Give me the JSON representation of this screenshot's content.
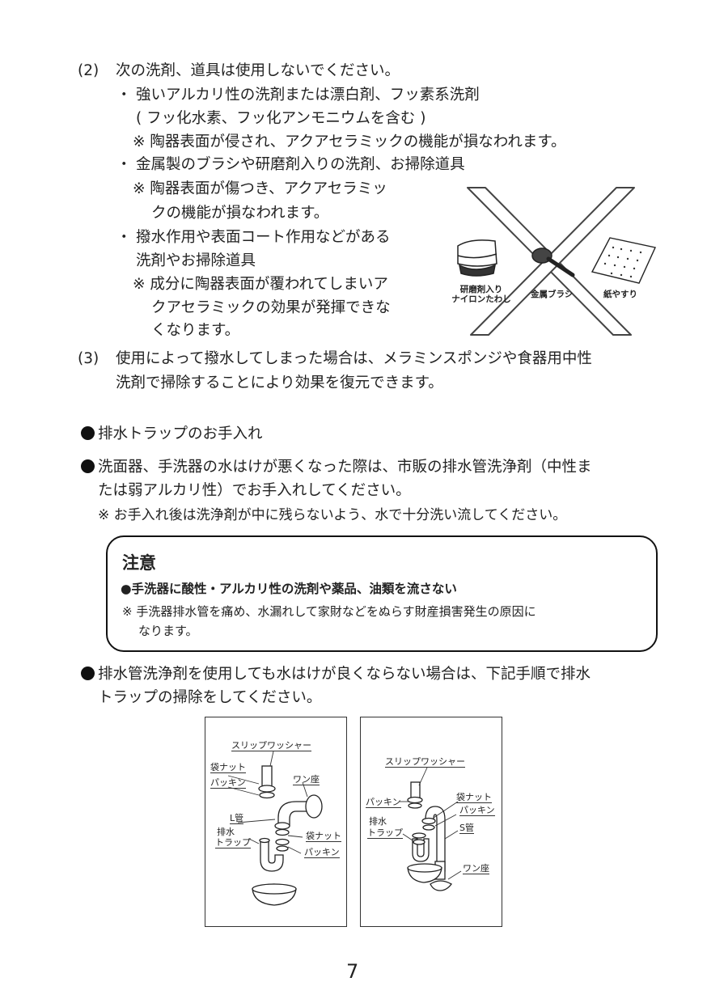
{
  "section2": {
    "num": "(2)",
    "heading": "次の洗剤、道具は使用しないでください。",
    "b1_bullet": "・",
    "b1_text": "強いアルカリ性の洗剤または漂白剤、フッ素系洗剤",
    "b1_sub": "( フッ化水素、フッ化アンモニウムを含む )",
    "b1_note": "※ 陶器表面が侵され、アクアセラミックの機能が損なわれます。",
    "b2_bullet": "・",
    "b2_text": "金属製のブラシや研磨剤入りの洗剤、お掃除道具",
    "b2_note1": "※ 陶器表面が傷つき、アクアセラミッ",
    "b2_note2": "クの機能が損なわれます。",
    "b3_bullet": "・",
    "b3_text1": "撥水作用や表面コート作用などがある",
    "b3_text2": "洗剤やお掃除道具",
    "b3_note1": "※ 成分に陶器表面が覆われてしまいア",
    "b3_note2": "クアセラミックの効果が発揮できな",
    "b3_note3": "くなります。"
  },
  "tools_figure": {
    "label1_line1": "研磨剤入り",
    "label1_line2": "ナイロンたわし",
    "label2": "金属ブラシ",
    "label3": "紙やすり"
  },
  "section3": {
    "num": "(3)",
    "line1": "使用によって撥水してしまった場合は、メラミンスポンジや食器用中性",
    "line2": "洗剤で掃除することにより効果を復元できます。"
  },
  "trap": {
    "heading": "排水トラップのお手入れ",
    "p1_line1": "洗面器、手洗器の水はけが悪くなった際は、市販の排水管洗浄剤（中性ま",
    "p1_line2": "たは弱アルカリ性）でお手入れしてください。",
    "p1_note": "※ お手入れ後は洗浄剤が中に残らないよう、水で十分洗い流してください。"
  },
  "caution": {
    "title": "注意",
    "bold": "●手洗器に酸性・アルカリ性の洗剤や薬品、油類を流さない",
    "note_line1": "※ 手洗器排水管を痛め、水漏れして家財などをぬらす財産損害発生の原因に",
    "note_line2": "なります。"
  },
  "p2": {
    "line1": "排水管洗浄剤を使用しても水はけが良くならない場合は、下記手順で排水",
    "line2": "トラップの掃除をしてください。"
  },
  "diagram_left": {
    "slip_washer": "スリップワッシャー",
    "bag_nut": "袋ナット",
    "packing": "パッキン",
    "wan_za": "ワン座",
    "l_pipe": "L管",
    "trap1": "排水",
    "trap2": "トラップ",
    "bag_nut2": "袋ナット",
    "packing2": "パッキン"
  },
  "diagram_right": {
    "slip_washer": "スリップワッシャー",
    "packing": "パッキン",
    "bag_nut": "袋ナット",
    "packing2": "パッキン",
    "trap1": "排水",
    "trap2": "トラップ",
    "s_pipe": "S管",
    "wan_za": "ワン座"
  },
  "page_number": "7"
}
